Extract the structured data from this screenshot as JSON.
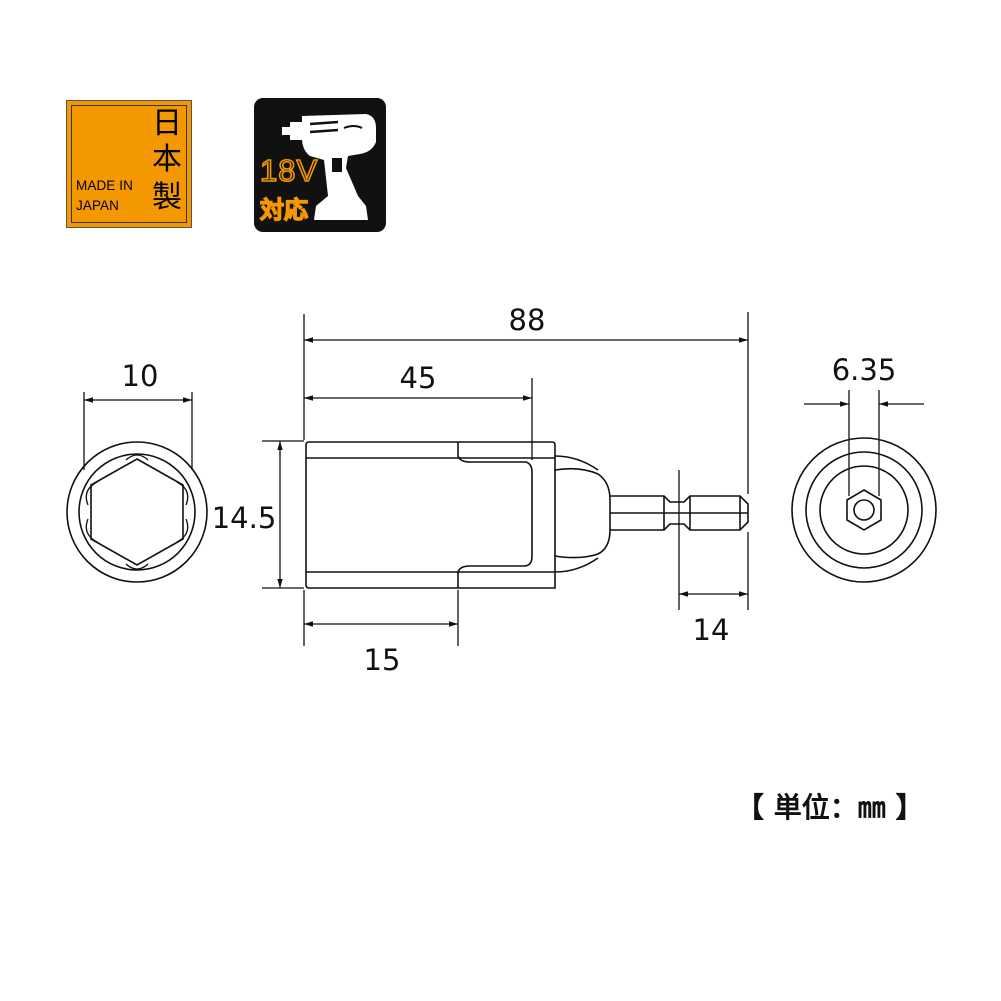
{
  "badges": {
    "made_in_japan": {
      "kanji": [
        "日",
        "本",
        "製"
      ],
      "line1": "MADE IN",
      "line2": "JAPAN",
      "color": "#f39800"
    },
    "voltage": {
      "voltage": "18V",
      "compat": "対応",
      "icon": "impact-driver-icon",
      "accent": "#f39800"
    }
  },
  "dimensions": {
    "overall_length": "88",
    "socket_length": "45",
    "hex_size": "10",
    "outer_diameter": "14.5",
    "socket_depth": "15",
    "shank_length": "14",
    "shank_hex": "6.35"
  },
  "unit_label": "【 単位：㎜ 】"
}
